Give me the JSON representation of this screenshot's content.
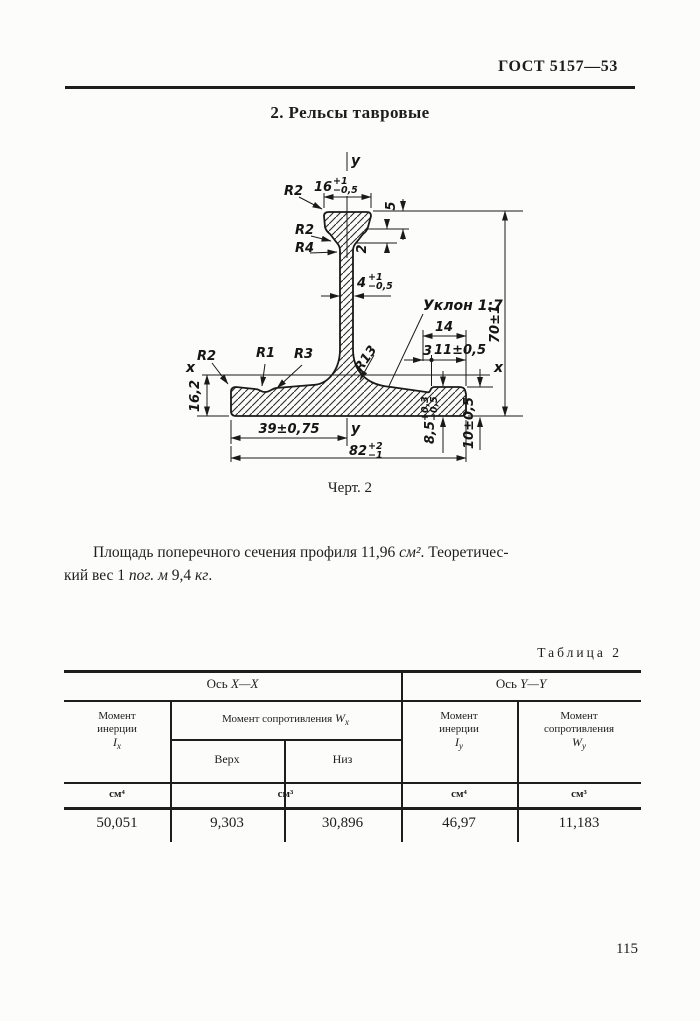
{
  "page": {
    "header": "ГОСТ 5157—53",
    "number": "115"
  },
  "section_title": "2. Рельсы тавровые",
  "figure": {
    "caption": "Черт. 2",
    "axis": {
      "y_top": "y",
      "y_bottom": "y",
      "x_left": "x",
      "x_right": "x"
    },
    "dims": {
      "head_width": "16",
      "head_width_plus": "+1",
      "head_width_minus": "−0,5",
      "head_height": "5",
      "neck_height": "2",
      "web": "4",
      "web_plus": "+1",
      "web_minus": "−0,5",
      "total_height": "70±1",
      "slope": "Уклон 1:7",
      "d14": "14",
      "d3": "3",
      "d11": "11±0,5",
      "r13": "R13",
      "r2_head_top": "R2",
      "r2_neck": "R2",
      "r4": "R4",
      "r2_foot": "R2",
      "r1": "R1",
      "r3": "R3",
      "foot_axis_height": "16,2",
      "foot_half_width": "39±0,75",
      "total_width": "82",
      "total_width_plus": "+2",
      "total_width_minus": "−1",
      "pad_height": "8,5",
      "pad_height_plus": "+0,3",
      "pad_height_minus": "−0,5",
      "edge_height": "10±0,5"
    }
  },
  "paragraph": {
    "line1_text1": "Площадь поперечного сечения профиля 11,96 ",
    "line1_unit": "см²",
    "line1_text2": ".  Теоретичес-",
    "line2_text1": "кий вес 1 ",
    "line2_unit1": "пог. м",
    "line2_text2": " 9,4 ",
    "line2_unit2": "кг",
    "line2_text3": "."
  },
  "table": {
    "title": "Таблица 2",
    "axis_x": {
      "prefix": "Ось ",
      "sym": "X—X"
    },
    "axis_y": {
      "prefix": "Ось ",
      "sym": "Y—Y"
    },
    "inertia_x": {
      "l1": "Момент",
      "l2": "инерции",
      "sym": "I",
      "sub": "x",
      "unit": "см⁴",
      "value": "50,051"
    },
    "resist_x": {
      "label": "Момент сопротивления ",
      "sym": "W",
      "sub": "x",
      "unit": "см³",
      "top_label": "Верх",
      "bottom_label": "Низ",
      "top_value": "9,303",
      "bottom_value": "30,896"
    },
    "inertia_y": {
      "l1": "Момент",
      "l2": "инерции",
      "sym": "I",
      "sub": "y",
      "unit": "см⁴",
      "value": "46,97"
    },
    "resist_y": {
      "l1": "Момент",
      "l2": "сопротивления",
      "sym": "W",
      "sub": "y",
      "unit": "см³",
      "value": "11,183"
    }
  }
}
